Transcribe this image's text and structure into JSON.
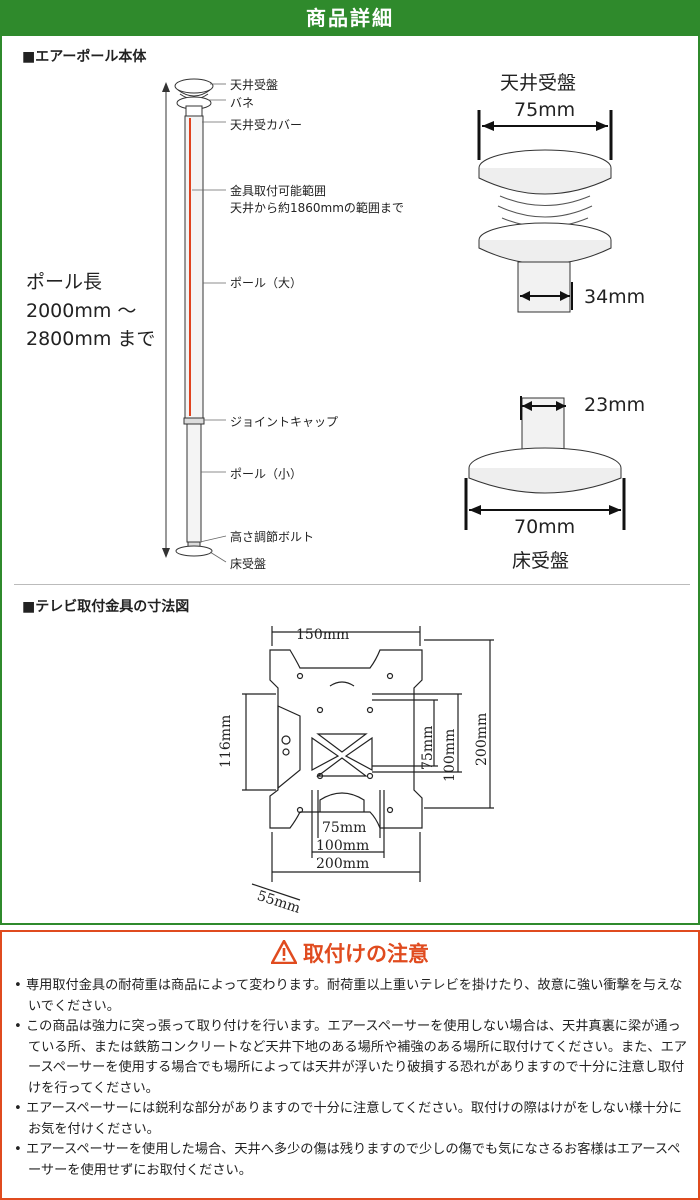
{
  "header": {
    "title": "商品詳細"
  },
  "pole_section": {
    "heading": "■エアーポール本体",
    "labels": {
      "ceiling_plate": "天井受盤",
      "spring": "バネ",
      "ceiling_cover": "天井受カバー",
      "range_line1": "金具取付可能範囲",
      "range_line2": "天井から約1860mmの範囲まで",
      "pole_large": "ポール（大）",
      "joint_cap": "ジョイントキャップ",
      "pole_small": "ポール（小）",
      "height_bolt": "高さ調節ボルト",
      "floor_plate": "床受盤"
    },
    "length_line1": "ポール長",
    "length_line2": "2000mm 〜",
    "length_line3": "2800mm まで",
    "ceiling_detail": {
      "title": "天井受盤",
      "width": "75mm",
      "pole": "34mm"
    },
    "floor_detail": {
      "title": "床受盤",
      "width": "70mm",
      "pole": "23mm"
    }
  },
  "bracket_section": {
    "heading": "■テレビ取付金具の寸法図",
    "dims": {
      "top": "150mm",
      "height116": "116mm",
      "v75": "75mm",
      "v100": "100mm",
      "v200": "200mm",
      "h75": "75mm",
      "h100": "100mm",
      "h200": "200mm",
      "depth": "55mm"
    }
  },
  "warning": {
    "title": "取付けの注意",
    "items": [
      "専用取付金具の耐荷重は商品によって変わります。耐荷重以上重いテレビを掛けたり、故意に強い衝撃を与えないでください。",
      "この商品は強力に突っ張って取り付けを行います。エアースペーサーを使用しない場合は、天井真裏に梁が通っている所、または鉄筋コンクリートなど天井下地のある場所や補強のある場所に取付けてください。また、エアースペーサーを使用する場合でも場所によっては天井が浮いたり破損する恐れがありますので十分に注意し取付けを行ってください。",
      "エアースペーサーには鋭利な部分がありますので十分に注意してください。取付けの際はけがをしない様十分にお気を付けください。",
      "エアースペーサーを使用した場合、天井へ多少の傷は残りますので少しの傷でも気になさるお客様はエアースペーサーを使用せずにお取付ください。"
    ]
  }
}
